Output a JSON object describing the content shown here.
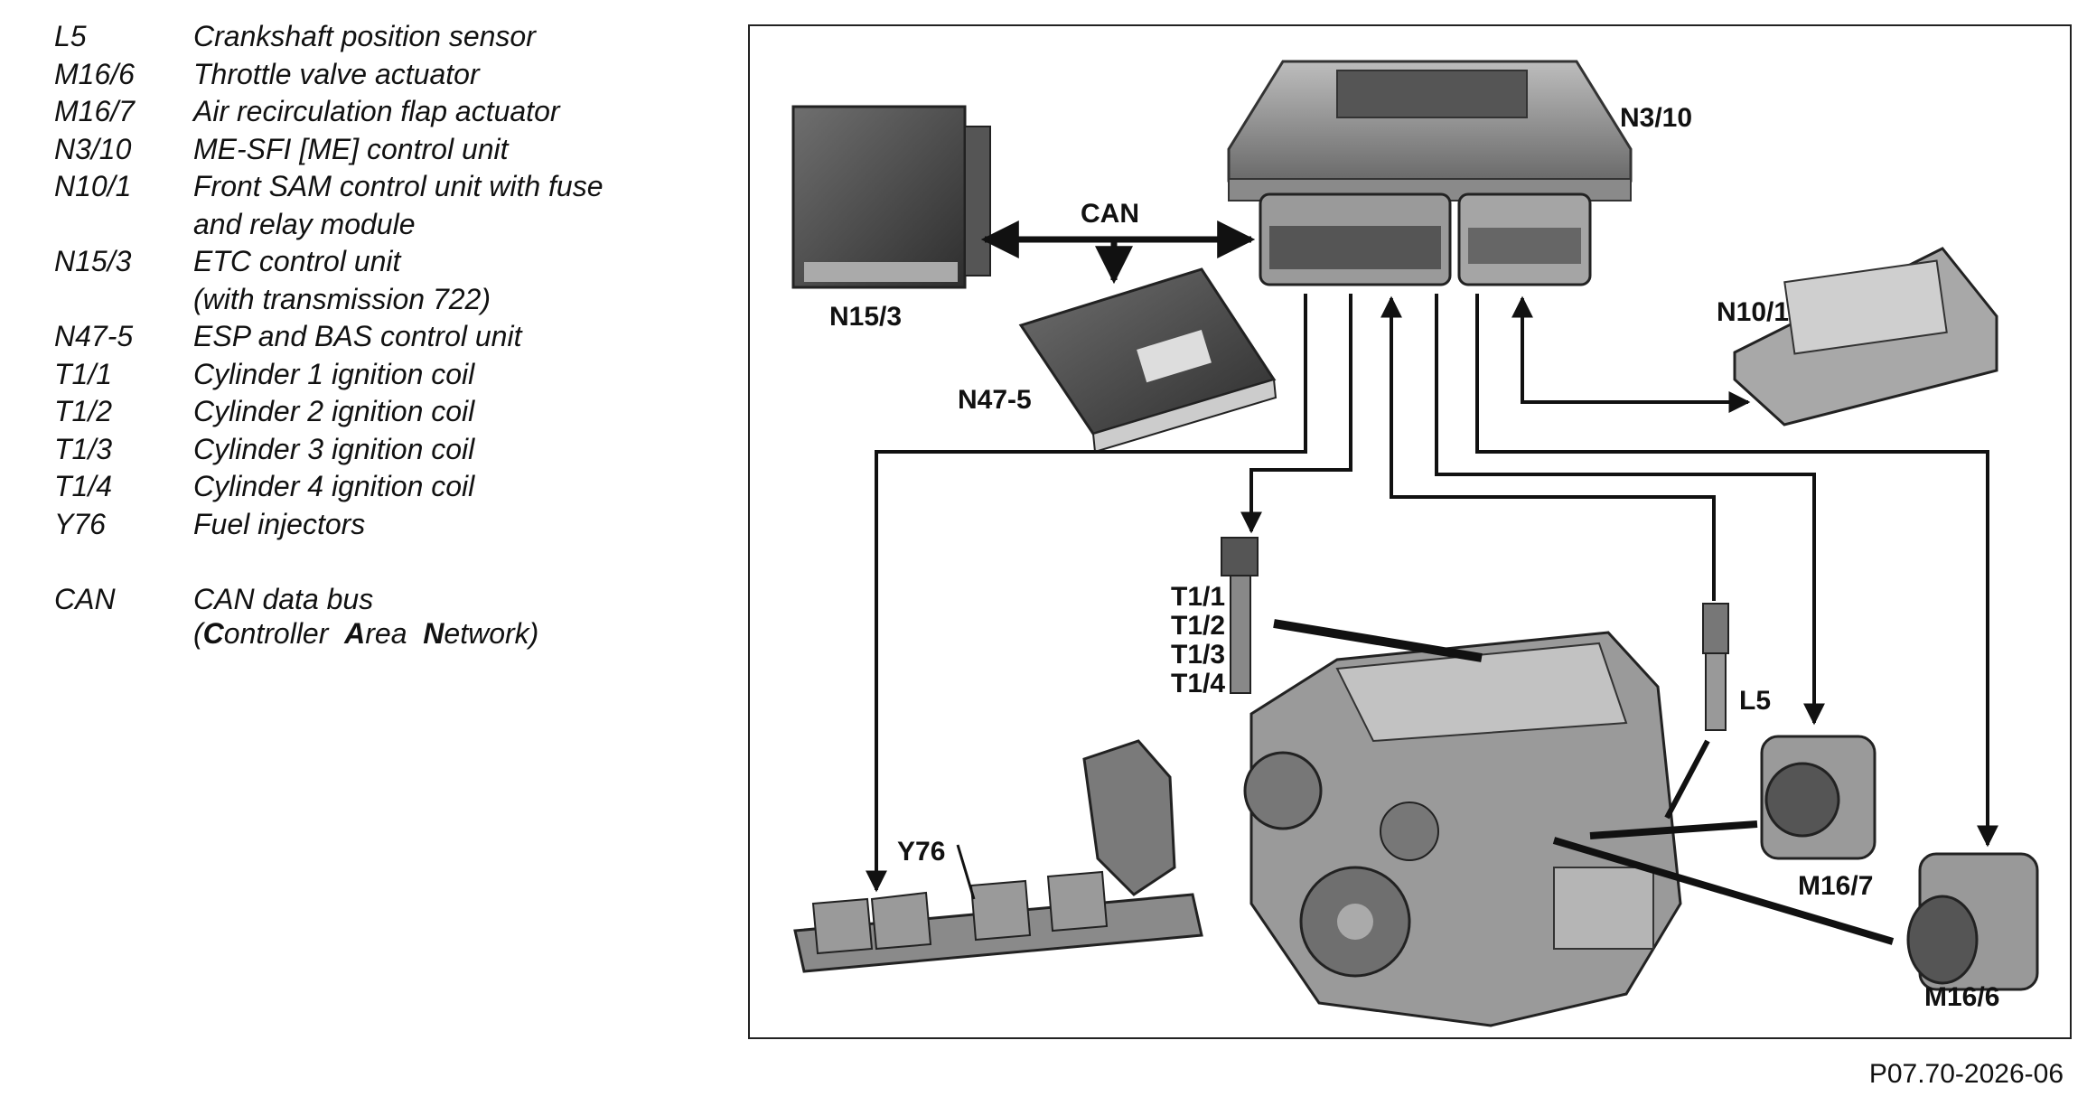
{
  "legend": {
    "items": [
      {
        "code": "L5",
        "text": "Crankshaft position sensor"
      },
      {
        "code": "M16/6",
        "text": "Throttle valve actuator"
      },
      {
        "code": "M16/7",
        "text": "Air recirculation flap actuator"
      },
      {
        "code": "N3/10",
        "text": "ME-SFI [ME] control unit"
      },
      {
        "code": "N10/1",
        "text": "Front SAM control unit with fuse"
      },
      {
        "code": "",
        "text": "and relay module"
      },
      {
        "code": "N15/3",
        "text": "ETC control unit"
      },
      {
        "code": "",
        "text": "(with transmission 722)"
      },
      {
        "code": "N47-5",
        "text": "ESP and BAS control unit"
      },
      {
        "code": "T1/1",
        "text": "Cylinder 1 ignition coil"
      },
      {
        "code": "T1/2",
        "text": "Cylinder 2 ignition coil"
      },
      {
        "code": "T1/3",
        "text": "Cylinder 3 ignition coil"
      },
      {
        "code": "T1/4",
        "text": "Cylinder 4 ignition coil"
      },
      {
        "code": "Y76",
        "text": "Fuel injectors"
      }
    ],
    "can": {
      "code": "CAN",
      "line1": "CAN data bus",
      "line2_parts": [
        {
          "text": "(",
          "bold": false
        },
        {
          "text": "C",
          "bold": true
        },
        {
          "text": "ontroller  ",
          "bold": false
        },
        {
          "text": "A",
          "bold": true
        },
        {
          "text": "rea  ",
          "bold": false
        },
        {
          "text": "N",
          "bold": true
        },
        {
          "text": "etwork)",
          "bold": false
        }
      ]
    }
  },
  "diagram_labels": {
    "n3_10": "N3/10",
    "n15_3": "N15/3",
    "n47_5": "N47-5",
    "n10_1": "N10/1",
    "can": "CAN",
    "t1_1": "T1/1",
    "t1_2": "T1/2",
    "t1_3": "T1/3",
    "t1_4": "T1/4",
    "l5": "L5",
    "y76": "Y76",
    "m16_7": "M16/7",
    "m16_6": "M16/6"
  },
  "caption": "P07.70-2026-06"
}
